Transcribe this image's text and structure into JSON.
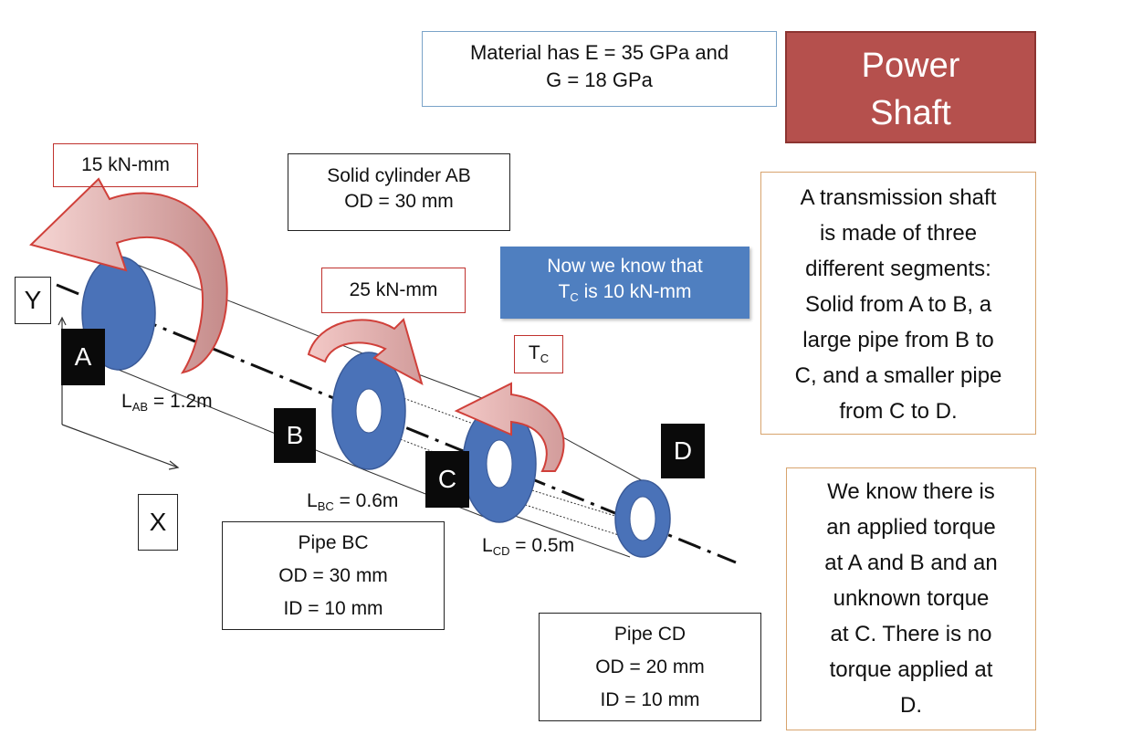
{
  "title": {
    "line1": "Power",
    "line2": "Shaft"
  },
  "material": {
    "line1": "Material has E = 35 GPa and",
    "line2": "G = 18 GPa"
  },
  "torque_a": "15 kN-mm",
  "torque_b": "25 kN-mm",
  "torque_c": {
    "main": "T",
    "sub": "C"
  },
  "solid_ab": {
    "line1": "Solid cylinder AB",
    "line2": "OD = 30 mm"
  },
  "note": {
    "line1": "Now we know that",
    "line2_main": "T",
    "line2_sub": "C",
    "line2_rest": " is 10 kN-mm"
  },
  "description": {
    "lines": [
      "A transmission shaft",
      "is made of three",
      "different segments:",
      "Solid from A to B, a",
      "large pipe from B to",
      "C, and a smaller pipe",
      "from C to D."
    ]
  },
  "known": {
    "lines": [
      "We know there is",
      "an applied torque",
      "at A and B and an",
      "unknown torque",
      "at C.  There is no",
      "torque applied at",
      "D."
    ]
  },
  "pipe_bc": {
    "line1": "Pipe BC",
    "line2": "OD = 30 mm",
    "line3": "ID = 10 mm"
  },
  "pipe_cd": {
    "line1": "Pipe CD",
    "line2": "OD = 20 mm",
    "line3": "ID = 10 mm"
  },
  "lengths": {
    "ab": {
      "main": "L",
      "sub": "AB",
      "rest": " = 1.2m"
    },
    "bc": {
      "main": "L",
      "sub": "BC",
      "rest": " = 0.6m"
    },
    "cd": {
      "main": "L",
      "sub": "CD",
      "rest": " = 0.5m"
    }
  },
  "points": {
    "a": "A",
    "b": "B",
    "c": "C",
    "d": "D"
  },
  "axes": {
    "y": "Y",
    "x": "X"
  },
  "colors": {
    "shaft_fill": "#4a72b8",
    "arrow_red": "#d0403a",
    "title_bg": "#b5504d",
    "note_bg": "#4f7fc0"
  }
}
